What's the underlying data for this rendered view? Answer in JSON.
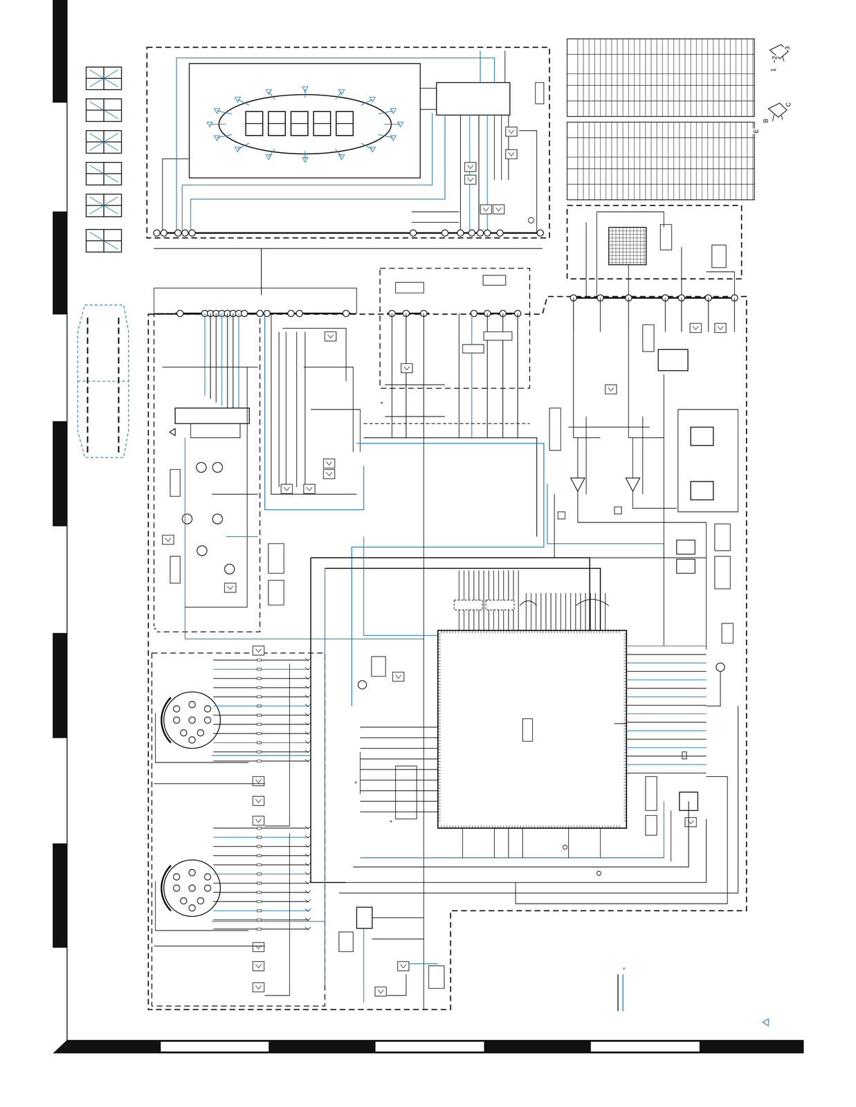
{
  "diagram": {
    "labels": [
      "1",
      "2",
      "3",
      "B",
      "C",
      "E",
      "+",
      "*",
      "*",
      "*",
      "*"
    ]
  }
}
